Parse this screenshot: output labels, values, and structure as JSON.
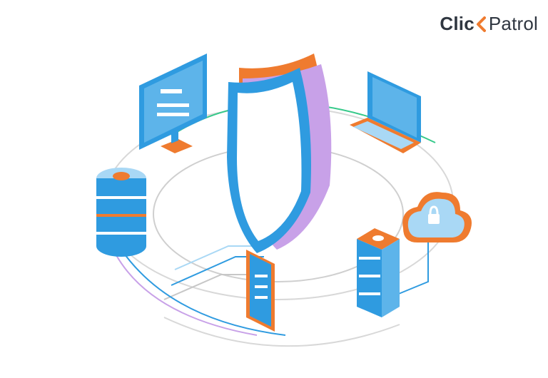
{
  "brand": {
    "left_text": "Clic",
    "mark_icon": "orange-chevron-left",
    "right_text": "Patrol"
  },
  "colors": {
    "primary_blue": "#2f9be0",
    "light_blue": "#a9d8f5",
    "orange": "#ef7b2f",
    "green": "#36c98a",
    "purple": "#c8a1e8",
    "gray": "#c7c7c7"
  }
}
